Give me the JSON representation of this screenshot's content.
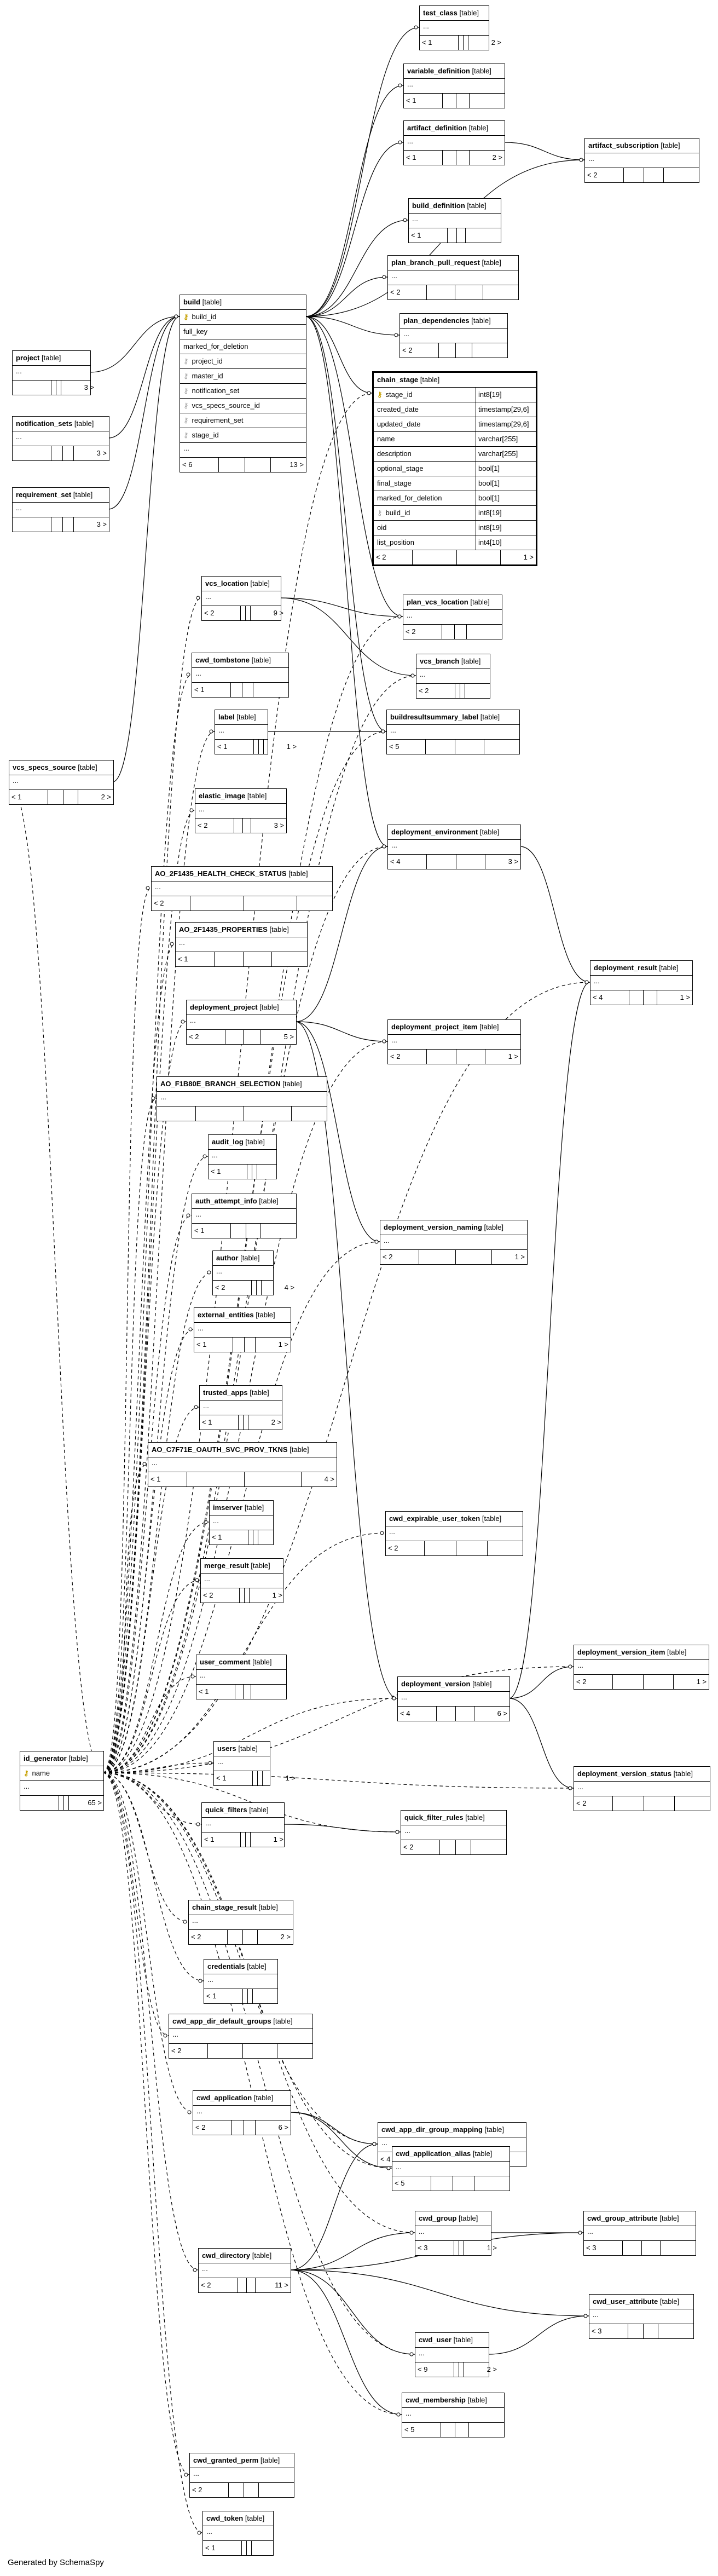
{
  "generator_note": "Generated by SchemaSpy",
  "type_word": "[table]",
  "tables": [
    {
      "id": "test_class",
      "name": "test_class",
      "ell": true,
      "parents": "< 1",
      "children": "2 >"
    },
    {
      "id": "variable_definition",
      "name": "variable_definition",
      "ell": true,
      "parents": "< 1",
      "children": ""
    },
    {
      "id": "artifact_definition",
      "name": "artifact_definition",
      "ell": true,
      "parents": "< 1",
      "children": "2 >"
    },
    {
      "id": "artifact_subscription",
      "name": "artifact_subscription",
      "ell": true,
      "parents": "< 2",
      "children": ""
    },
    {
      "id": "build_definition",
      "name": "build_definition",
      "ell": true,
      "parents": "< 1",
      "children": ""
    },
    {
      "id": "plan_branch_pull_request",
      "name": "plan_branch_pull_request",
      "ell": true,
      "parents": "< 2",
      "children": ""
    },
    {
      "id": "plan_dependencies",
      "name": "plan_dependencies",
      "ell": true,
      "parents": "< 2",
      "children": ""
    },
    {
      "id": "build",
      "name": "build",
      "rows": [
        {
          "n": "build_id",
          "k": "pk"
        },
        {
          "n": "full_key"
        },
        {
          "n": "marked_for_deletion"
        },
        {
          "n": "project_id",
          "k": "fk"
        },
        {
          "n": "master_id",
          "k": "fk"
        },
        {
          "n": "notification_set",
          "k": "fk"
        },
        {
          "n": "vcs_specs_source_id",
          "k": "fk"
        },
        {
          "n": "requirement_set",
          "k": "fk"
        },
        {
          "n": "stage_id",
          "k": "fk"
        }
      ],
      "ell": true,
      "parents": "< 6",
      "children": "13 >"
    },
    {
      "id": "chain_stage",
      "name": "chain_stage",
      "focus": true,
      "rows": [
        {
          "n": "stage_id",
          "k": "pk",
          "t": "int8[19]"
        },
        {
          "n": "created_date",
          "t": "timestamp[29,6]"
        },
        {
          "n": "updated_date",
          "t": "timestamp[29,6]"
        },
        {
          "n": "name",
          "t": "varchar[255]"
        },
        {
          "n": "description",
          "t": "varchar[255]"
        },
        {
          "n": "optional_stage",
          "t": "bool[1]"
        },
        {
          "n": "final_stage",
          "t": "bool[1]"
        },
        {
          "n": "marked_for_deletion",
          "t": "bool[1]"
        },
        {
          "n": "build_id",
          "k": "fk",
          "t": "int8[19]"
        },
        {
          "n": "oid",
          "t": "int8[19]"
        },
        {
          "n": "list_position",
          "t": "int4[10]"
        }
      ],
      "ell": false,
      "parents": "< 2",
      "children": "1 >"
    },
    {
      "id": "project",
      "name": "project",
      "ell": true,
      "parents": "",
      "children": "3 >"
    },
    {
      "id": "notification_sets",
      "name": "notification_sets",
      "ell": true,
      "parents": "",
      "children": "3 >"
    },
    {
      "id": "requirement_set",
      "name": "requirement_set",
      "ell": true,
      "parents": "",
      "children": "3 >"
    },
    {
      "id": "vcs_location",
      "name": "vcs_location",
      "ell": true,
      "parents": "< 2",
      "children": "9 >"
    },
    {
      "id": "plan_vcs_location",
      "name": "plan_vcs_location",
      "ell": true,
      "parents": "< 2",
      "children": ""
    },
    {
      "id": "cwd_tombstone",
      "name": "cwd_tombstone",
      "ell": true,
      "parents": "< 1",
      "children": ""
    },
    {
      "id": "vcs_branch",
      "name": "vcs_branch",
      "ell": true,
      "parents": "< 2",
      "children": ""
    },
    {
      "id": "label",
      "name": "label",
      "ell": true,
      "parents": "< 1",
      "children": "1 >"
    },
    {
      "id": "buildresultsummary_label",
      "name": "buildresultsummary_label",
      "ell": true,
      "parents": "< 5",
      "children": ""
    },
    {
      "id": "vcs_specs_source",
      "name": "vcs_specs_source",
      "ell": true,
      "parents": "< 1",
      "children": "2 >"
    },
    {
      "id": "elastic_image",
      "name": "elastic_image",
      "ell": true,
      "parents": "< 2",
      "children": "3 >"
    },
    {
      "id": "deployment_environment",
      "name": "deployment_environment",
      "ell": true,
      "parents": "< 4",
      "children": "3 >"
    },
    {
      "id": "ao_health",
      "name": "AO_2F1435_HEALTH_CHECK_STATUS",
      "ell": true,
      "parents": "< 2",
      "children": ""
    },
    {
      "id": "ao_props",
      "name": "AO_2F1435_PROPERTIES",
      "ell": true,
      "parents": "< 1",
      "children": ""
    },
    {
      "id": "deployment_result",
      "name": "deployment_result",
      "ell": true,
      "parents": "< 4",
      "children": "1 >"
    },
    {
      "id": "deployment_project",
      "name": "deployment_project",
      "ell": true,
      "parents": "< 2",
      "children": "5 >"
    },
    {
      "id": "deployment_project_item",
      "name": "deployment_project_item",
      "ell": true,
      "parents": "< 2",
      "children": "1 >"
    },
    {
      "id": "ao_branch",
      "name": "AO_F1B80E_BRANCH_SELECTION",
      "ell": true,
      "parents": "",
      "children": ""
    },
    {
      "id": "audit_log",
      "name": "audit_log",
      "ell": true,
      "parents": "< 1",
      "children": ""
    },
    {
      "id": "auth_attempt_info",
      "name": "auth_attempt_info",
      "ell": true,
      "parents": "< 1",
      "children": ""
    },
    {
      "id": "deployment_version_naming",
      "name": "deployment_version_naming",
      "ell": true,
      "parents": "< 2",
      "children": "1 >"
    },
    {
      "id": "author",
      "name": "author",
      "ell": true,
      "parents": "< 2",
      "children": "4 >"
    },
    {
      "id": "external_entities",
      "name": "external_entities",
      "ell": true,
      "parents": "< 1",
      "children": "1 >"
    },
    {
      "id": "trusted_apps",
      "name": "trusted_apps",
      "ell": true,
      "parents": "< 1",
      "children": "2 >"
    },
    {
      "id": "ao_oauth",
      "name": "AO_C7F71E_OAUTH_SVC_PROV_TKNS",
      "ell": true,
      "parents": "< 1",
      "children": "4 >"
    },
    {
      "id": "imserver",
      "name": "imserver",
      "ell": true,
      "parents": "< 1",
      "children": ""
    },
    {
      "id": "cwd_expirable_user_token",
      "name": "cwd_expirable_user_token",
      "ell": true,
      "parents": "< 2",
      "children": ""
    },
    {
      "id": "merge_result",
      "name": "merge_result",
      "ell": true,
      "parents": "< 2",
      "children": "1 >"
    },
    {
      "id": "user_comment",
      "name": "user_comment",
      "ell": true,
      "parents": "< 1",
      "children": ""
    },
    {
      "id": "deployment_version_item",
      "name": "deployment_version_item",
      "ell": true,
      "parents": "< 2",
      "children": "1 >"
    },
    {
      "id": "deployment_version",
      "name": "deployment_version",
      "ell": true,
      "parents": "< 4",
      "children": "6 >"
    },
    {
      "id": "users",
      "name": "users",
      "ell": true,
      "parents": "< 1",
      "children": "1 >"
    },
    {
      "id": "deployment_version_status",
      "name": "deployment_version_status",
      "ell": true,
      "parents": "< 2",
      "children": ""
    },
    {
      "id": "id_generator",
      "name": "id_generator",
      "rows": [
        {
          "n": "name",
          "k": "pk"
        }
      ],
      "ell": true,
      "parents": "",
      "children": "65 >"
    },
    {
      "id": "quick_filters",
      "name": "quick_filters",
      "ell": true,
      "parents": "< 1",
      "children": "1 >"
    },
    {
      "id": "quick_filter_rules",
      "name": "quick_filter_rules",
      "ell": true,
      "parents": "< 2",
      "children": ""
    },
    {
      "id": "chain_stage_result",
      "name": "chain_stage_result",
      "ell": true,
      "parents": "< 2",
      "children": "2 >"
    },
    {
      "id": "credentials",
      "name": "credentials",
      "ell": true,
      "parents": "< 1",
      "children": ""
    },
    {
      "id": "cwd_app_dir_default_groups",
      "name": "cwd_app_dir_default_groups",
      "ell": true,
      "parents": "< 2",
      "children": ""
    },
    {
      "id": "cwd_application",
      "name": "cwd_application",
      "ell": true,
      "parents": "< 2",
      "children": "6 >"
    },
    {
      "id": "cwd_app_dir_group_mapping",
      "name": "cwd_app_dir_group_mapping",
      "ell": true,
      "parents": "< 4",
      "children": ""
    },
    {
      "id": "cwd_application_alias",
      "name": "cwd_application_alias",
      "ell": true,
      "parents": "< 5",
      "children": ""
    },
    {
      "id": "cwd_group",
      "name": "cwd_group",
      "ell": true,
      "parents": "< 3",
      "children": "1 >"
    },
    {
      "id": "cwd_group_attribute",
      "name": "cwd_group_attribute",
      "ell": true,
      "parents": "< 3",
      "children": ""
    },
    {
      "id": "cwd_directory",
      "name": "cwd_directory",
      "ell": true,
      "parents": "< 2",
      "children": "11 >"
    },
    {
      "id": "cwd_user_attribute",
      "name": "cwd_user_attribute",
      "ell": true,
      "parents": "< 3",
      "children": ""
    },
    {
      "id": "cwd_user",
      "name": "cwd_user",
      "ell": true,
      "parents": "< 9",
      "children": "2 >"
    },
    {
      "id": "cwd_membership",
      "name": "cwd_membership",
      "ell": true,
      "parents": "< 5",
      "children": ""
    },
    {
      "id": "cwd_granted_perm",
      "name": "cwd_granted_perm",
      "ell": true,
      "parents": "< 2",
      "children": ""
    },
    {
      "id": "cwd_token",
      "name": "cwd_token",
      "ell": true,
      "parents": "< 1",
      "children": ""
    }
  ]
}
